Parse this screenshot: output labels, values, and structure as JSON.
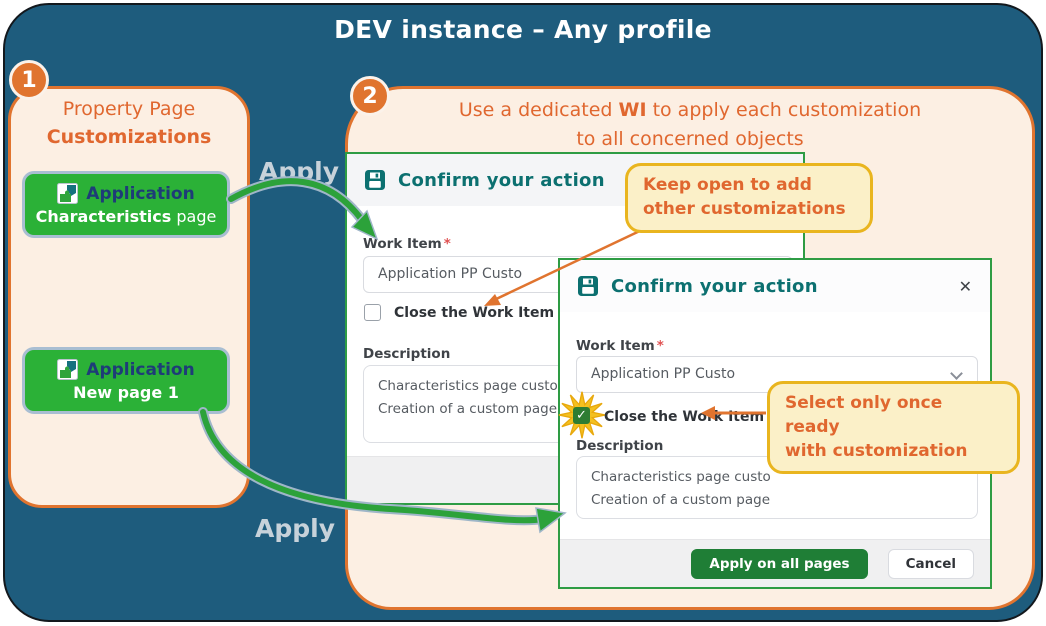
{
  "title": "DEV instance – Any profile",
  "badges": {
    "one": "1",
    "two": "2"
  },
  "apply_label_top": "Apply",
  "apply_label_bottom": "Apply",
  "panel1": {
    "heading_line1": "Property Page",
    "heading_line2": "Customizations",
    "buttons": [
      {
        "app": "Application",
        "line2_bold": "Characteristics",
        "line2_rest": " page"
      },
      {
        "app": "Application",
        "line2_bold": "New page 1",
        "line2_rest": ""
      }
    ]
  },
  "panel2": {
    "heading_pre": "Use a dedicated ",
    "heading_bold": "WI",
    "heading_post": " to apply each customization",
    "heading_line2": "to all concerned objects"
  },
  "dialog1": {
    "title": "Confirm your action",
    "work_item_label": "Work Item",
    "required_mark": "*",
    "work_item_value": "Application PP Custo",
    "checkbox_label": "Close the Work Item",
    "description_label": "Description",
    "description_lines": [
      "Characteristics page custo",
      "Creation of a custom page"
    ]
  },
  "dialog2": {
    "title": "Confirm your action",
    "work_item_label": "Work Item",
    "required_mark": "*",
    "work_item_value": "Application PP Custo",
    "checkbox_label": "Close the Work Item",
    "description_label": "Description",
    "description_lines": [
      "Characteristics page custo",
      "Creation of a custom page"
    ],
    "apply_button": "Apply on all pages",
    "cancel_button": "Cancel"
  },
  "callout1": {
    "line1": "Keep open to add",
    "line2": "other customizations"
  },
  "callout2": {
    "line1": "Select only once ready",
    "line2": "with customization"
  },
  "icons": {
    "close": "✕",
    "check": "✓"
  },
  "colors": {
    "frame_bg": "#1E5C7D",
    "panel_bg": "#FCEFE3",
    "accent_orange": "#E0742F",
    "button_green": "#2BB137",
    "dialog_border_green": "#2E9C44",
    "dialog_title_teal": "#0C7070",
    "callout_bg": "#FBF0C8",
    "callout_border": "#E9B51F",
    "apply_button_green": "#1F7E36",
    "navy_text": "#1E3C78",
    "star_gold": "#F4C01F"
  }
}
